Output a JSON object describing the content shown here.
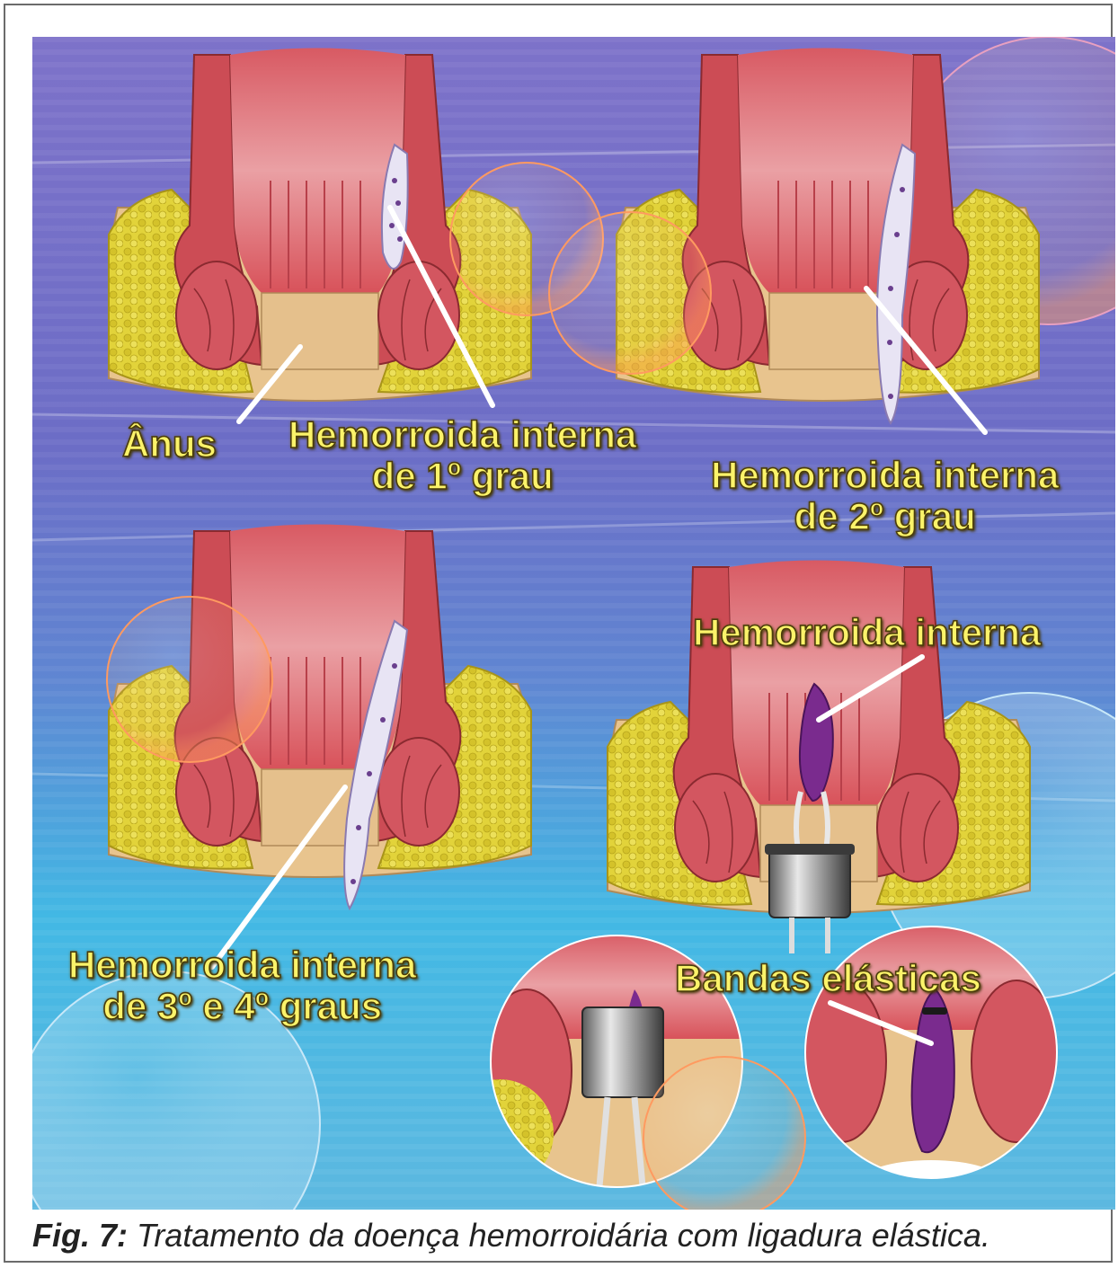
{
  "labels": {
    "anus": "Ânus",
    "grade1_line1": "Hemorroida interna",
    "grade1_line2": "de 1º grau",
    "grade2_line1": "Hemorroida interna",
    "grade2_line2": "de 2º grau",
    "grade34_line1": "Hemorroida interna",
    "grade34_line2": "de 3º e 4º graus",
    "internal": "Hemorroida interna",
    "bands": "Bandas elásticas"
  },
  "caption": {
    "number": "Fig. 7:",
    "text": " Tratamento da doença hemorroidária com ligadura elástica."
  },
  "colors": {
    "fat": "#e2d33a",
    "muscle": "#d8525a",
    "mucosa": "#e98a8f",
    "skin": "#e8c48e",
    "hemorrhoid": "#7a2b8e",
    "label": "#fbf36a",
    "background_top": "#6f6fc8",
    "background_bottom": "#3fb7e4"
  }
}
